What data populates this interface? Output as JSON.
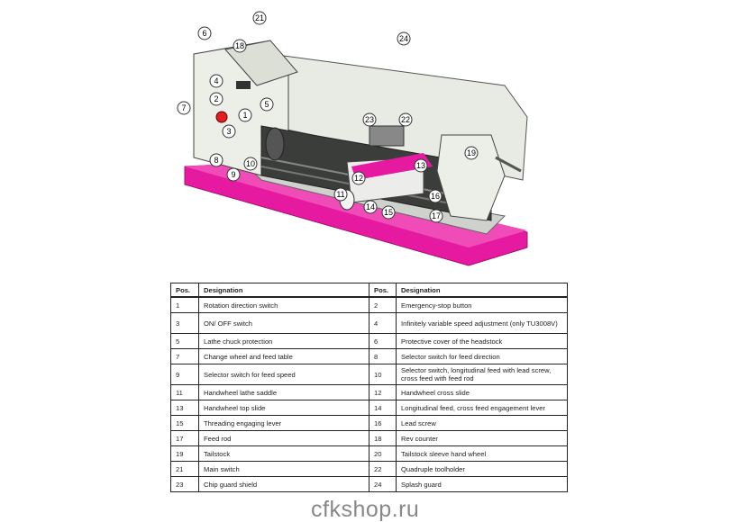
{
  "diagram": {
    "callouts": [
      "1",
      "2",
      "3",
      "4",
      "5",
      "6",
      "7",
      "8",
      "9",
      "10",
      "11",
      "12",
      "13",
      "14",
      "15",
      "16",
      "17",
      "18",
      "19",
      "21",
      "22",
      "23",
      "24"
    ],
    "accent_color": "#e020a0"
  },
  "table": {
    "headers": [
      "Pos.",
      "Designation",
      "Pos.",
      "Designation"
    ],
    "rows": [
      [
        "1",
        "Rotation direction switch",
        "2",
        "Emergency-stop button"
      ],
      [
        "3",
        "ON/ OFF switch",
        "4",
        "Infinitely variable speed adjustment (only TU3008V)"
      ],
      [
        "5",
        "Lathe chuck protection",
        "6",
        "Protective cover of the headstock"
      ],
      [
        "7",
        "Change wheel and feed table",
        "8",
        "Selector switch for feed direction"
      ],
      [
        "9",
        "Selector switch for feed speed",
        "10",
        "Selector switch, longitudinal feed with lead screw, cross feed with feed rod"
      ],
      [
        "11",
        "Handwheel lathe saddle",
        "12",
        "Handwheel cross slide"
      ],
      [
        "13",
        "Handwheel top slide",
        "14",
        "Longitudinal feed, cross feed engagement lever"
      ],
      [
        "15",
        "Threading engaging lever",
        "16",
        "Lead screw"
      ],
      [
        "17",
        "Feed rod",
        "18",
        "Rev counter"
      ],
      [
        "19",
        "Tailstock",
        "20",
        "Tailstock sleeve hand wheel"
      ],
      [
        "21",
        "Main switch",
        "22",
        "Quadruple toolholder"
      ],
      [
        "23",
        "Chip guard shield",
        "24",
        "Splash guard"
      ]
    ]
  },
  "watermark": "cfkshop.ru"
}
